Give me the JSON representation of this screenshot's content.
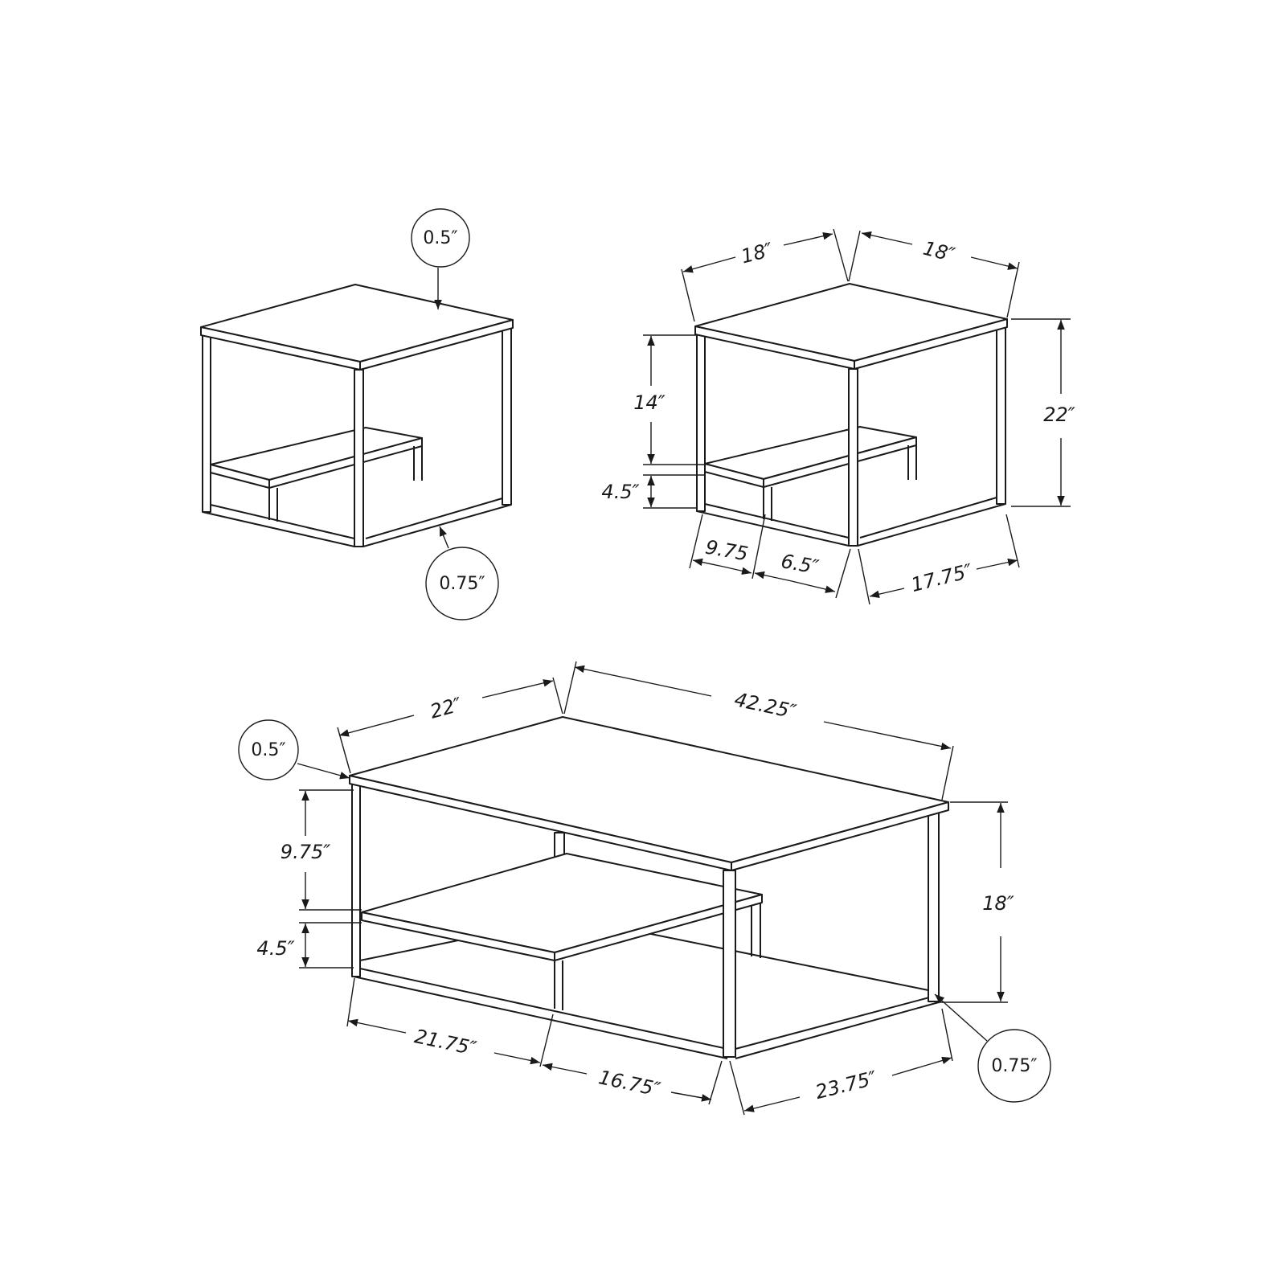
{
  "side_table_left": {
    "top_thickness": "0.5″",
    "leg_width": "0.75″"
  },
  "side_table_right": {
    "depth": "18″",
    "width": "18″",
    "shelf_clearance": "14″",
    "shelf_height": "4.5″",
    "height": "22″",
    "shelf_depth": "9.75",
    "shelf_offset": "6.5″",
    "base_width": "17.75″"
  },
  "coffee_table": {
    "depth": "22″",
    "length": "42.25″",
    "top_thickness": "0.5″",
    "shelf_clearance": "9.75″",
    "shelf_height": "4.5″",
    "height": "18″",
    "leg_width": "0.75″",
    "shelf_length": "21.75″",
    "shelf_offset": "16.75″",
    "base_depth": "23.75″"
  }
}
